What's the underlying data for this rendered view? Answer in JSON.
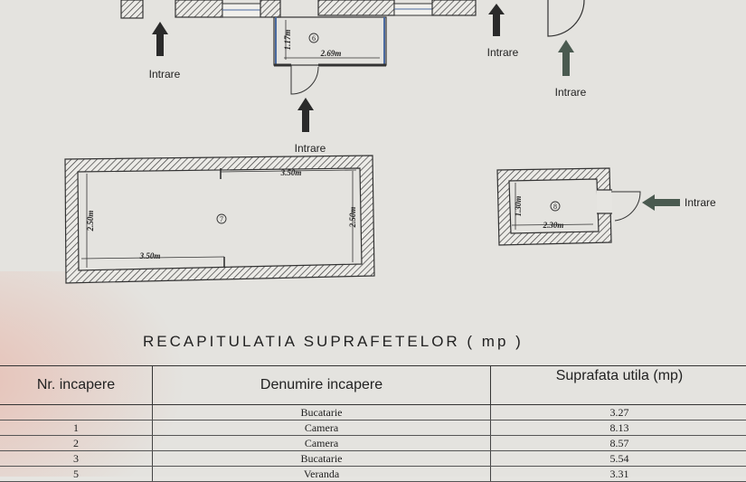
{
  "plan": {
    "entrance_label": "Intrare",
    "room_6": {
      "number": "6",
      "dim_height": "1.17m",
      "dim_width": "2.69m"
    },
    "room_7": {
      "number": "7",
      "dim_top": "3.50m",
      "dim_bottom": "3.50m",
      "dim_left": "2.50m",
      "dim_right": "2.50m"
    },
    "room_8": {
      "number": "8",
      "dim_height": "1.30m",
      "dim_width": "2.30m"
    }
  },
  "summary": {
    "title": "RECAPITULATIA SUPRAFETELOR ( mp )",
    "headers": {
      "room_no": "Nr. incapere",
      "room_name": "Denumire incapere",
      "area": "Suprafata utila (mp)"
    },
    "rows": [
      {
        "no": "",
        "name": "Bucatarie",
        "area": "3.27"
      },
      {
        "no": "1",
        "name": "Camera",
        "area": "8.13"
      },
      {
        "no": "2",
        "name": "Camera",
        "area": "8.57"
      },
      {
        "no": "3",
        "name": "Bucatarie",
        "area": "5.54"
      },
      {
        "no": "5",
        "name": "Veranda",
        "area": "3.31"
      }
    ]
  }
}
